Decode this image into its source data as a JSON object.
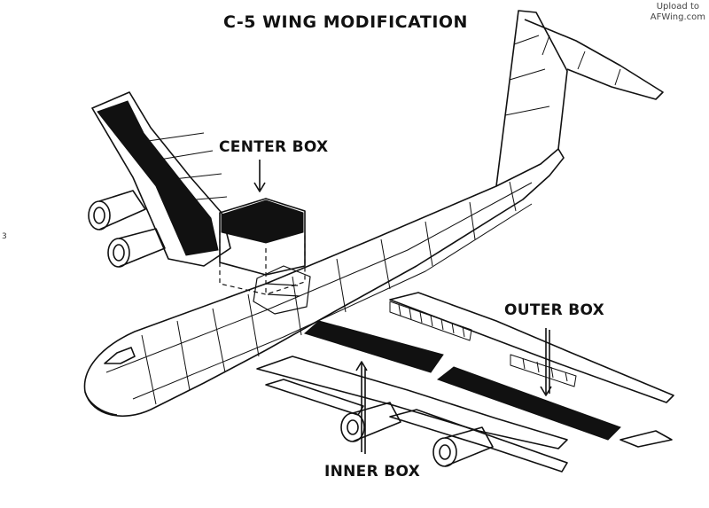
{
  "title": "C-5 WING MODIFICATION",
  "labels": {
    "center_box": "CENTER BOX",
    "outer_box": "OUTER BOX",
    "inner_box": "INNER BOX"
  },
  "watermark": {
    "line1": "Upload to",
    "line2": "AFWing.com"
  },
  "page_mark": "3",
  "colors": {
    "ink": "#111111",
    "paper": "#ffffff"
  }
}
